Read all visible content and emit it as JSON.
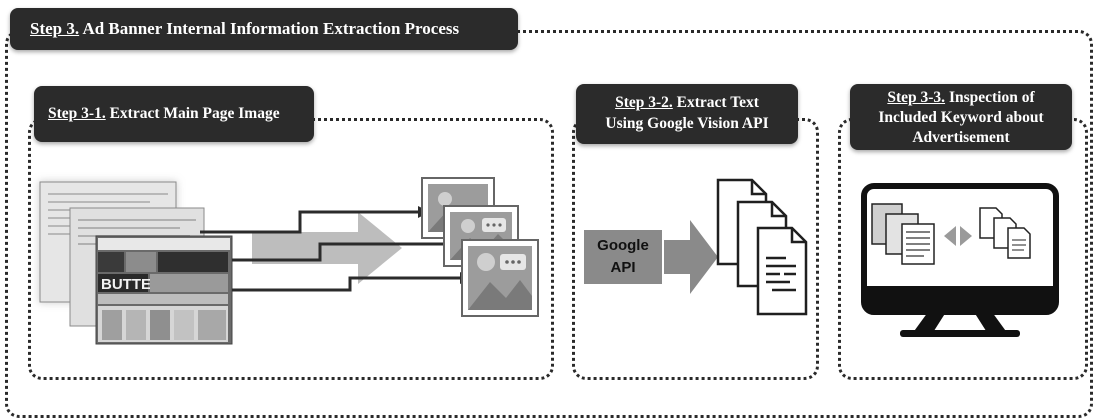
{
  "main_header": {
    "step": "Step 3.",
    "title": "Ad Banner Internal Information Extraction Process"
  },
  "step_3_1": {
    "step": "Step 3-1.",
    "title": "Extract Main Page Image"
  },
  "step_3_2": {
    "step": "Step 3-2.",
    "title_line1": "Extract Text",
    "title_line2": "Using Google Vision API"
  },
  "step_3_3": {
    "step": "Step 3-3.",
    "title_line1": "Inspection of",
    "title_line2": "Included Keyword about",
    "title_line3": "Advertisement"
  },
  "google_api": {
    "line1": "Google",
    "line2": "API"
  },
  "screenshot_texts": {
    "brand": "BUTTER"
  }
}
